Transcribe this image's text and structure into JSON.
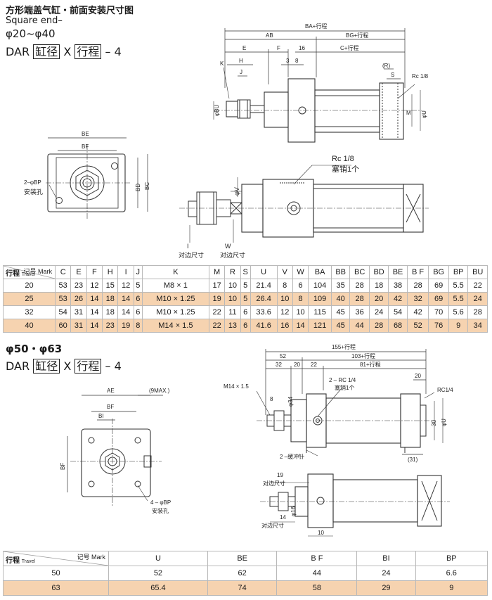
{
  "header1": {
    "title_cn": "方形端盖气缸・前面安装尺寸图",
    "title_en": "Square end–",
    "range": "φ20~φ40",
    "order_prefix": "DAR",
    "order_bore": "缸径",
    "order_x": "X",
    "order_stroke": "行程",
    "order_suffix": "– 4"
  },
  "drawing1": {
    "dims_top": [
      "BA+行程",
      "AB",
      "BG+行程",
      "E",
      "F",
      "16",
      "C+行程",
      "H",
      "3",
      "8",
      "J",
      "(R)",
      "S"
    ],
    "labels": [
      "K",
      "φBU",
      "Rc 1/8",
      "M",
      "φU",
      "BE",
      "BF",
      "BD",
      "BC",
      "2–φBP",
      "安装孔",
      "Rc 1/8",
      "塞销1个",
      "φV",
      "I",
      "W",
      "对边尺寸",
      "对边尺寸"
    ]
  },
  "table1": {
    "corner_mark": "记号 Mark",
    "corner_travel": "行程",
    "corner_travel_en": "Travel",
    "columns": [
      "C",
      "E",
      "F",
      "H",
      "I",
      "J",
      "K",
      "M",
      "R",
      "S",
      "U",
      "V",
      "W",
      "BA",
      "BB",
      "BC",
      "BD",
      "BE",
      "B F",
      "BG",
      "BP",
      "BU"
    ],
    "rows": [
      {
        "travel": "20",
        "cells": [
          "53",
          "23",
          "12",
          "15",
          "12",
          "5",
          "M8 × 1",
          "17",
          "10",
          "5",
          "21.4",
          "8",
          "6",
          "104",
          "35",
          "28",
          "18",
          "38",
          "28",
          "69",
          "5.5",
          "22"
        ]
      },
      {
        "travel": "25",
        "cells": [
          "53",
          "26",
          "14",
          "18",
          "14",
          "6",
          "M10 × 1.25",
          "19",
          "10",
          "5",
          "26.4",
          "10",
          "8",
          "109",
          "40",
          "28",
          "20",
          "42",
          "32",
          "69",
          "5.5",
          "24"
        ]
      },
      {
        "travel": "32",
        "cells": [
          "54",
          "31",
          "14",
          "18",
          "14",
          "6",
          "M10 × 1.25",
          "22",
          "11",
          "6",
          "33.6",
          "12",
          "10",
          "115",
          "45",
          "36",
          "24",
          "54",
          "42",
          "70",
          "5.6",
          "28"
        ]
      },
      {
        "travel": "40",
        "cells": [
          "60",
          "31",
          "14",
          "23",
          "19",
          "8",
          "M14 × 1.5",
          "22",
          "13",
          "6",
          "41.6",
          "16",
          "14",
          "121",
          "45",
          "44",
          "28",
          "68",
          "52",
          "76",
          "9",
          "34"
        ]
      }
    ]
  },
  "header2": {
    "range": "φ50・φ63",
    "order_prefix": "DAR",
    "order_bore": "缸径",
    "order_x": "X",
    "order_stroke": "行程",
    "order_suffix": "– 4"
  },
  "drawing2": {
    "dims_top": [
      "155+行程",
      "52",
      "103+行程",
      "32",
      "20",
      "22",
      "81+行程",
      "20"
    ],
    "labels": [
      "M14 × 1.5",
      "8",
      "φ34",
      "2 – RC 1/4",
      "塞销1个",
      "RC1/4",
      "30",
      "φU",
      "(31)",
      "2 –缓冲针",
      "AE",
      "(9MAX.)",
      "BF",
      "BI",
      "BF",
      "4 – φBP",
      "安装孔",
      "19",
      "对边尺寸",
      "φ16",
      "14",
      "对边尺寸",
      "10"
    ]
  },
  "table2": {
    "corner_mark": "记号 Mark",
    "corner_travel": "行程",
    "corner_travel_en": "Travel",
    "columns": [
      "U",
      "BE",
      "B F",
      "BI",
      "BP"
    ],
    "rows": [
      {
        "travel": "50",
        "cells": [
          "52",
          "62",
          "44",
          "24",
          "6.6"
        ]
      },
      {
        "travel": "63",
        "cells": [
          "65.4",
          "74",
          "58",
          "29",
          "9"
        ]
      }
    ]
  }
}
